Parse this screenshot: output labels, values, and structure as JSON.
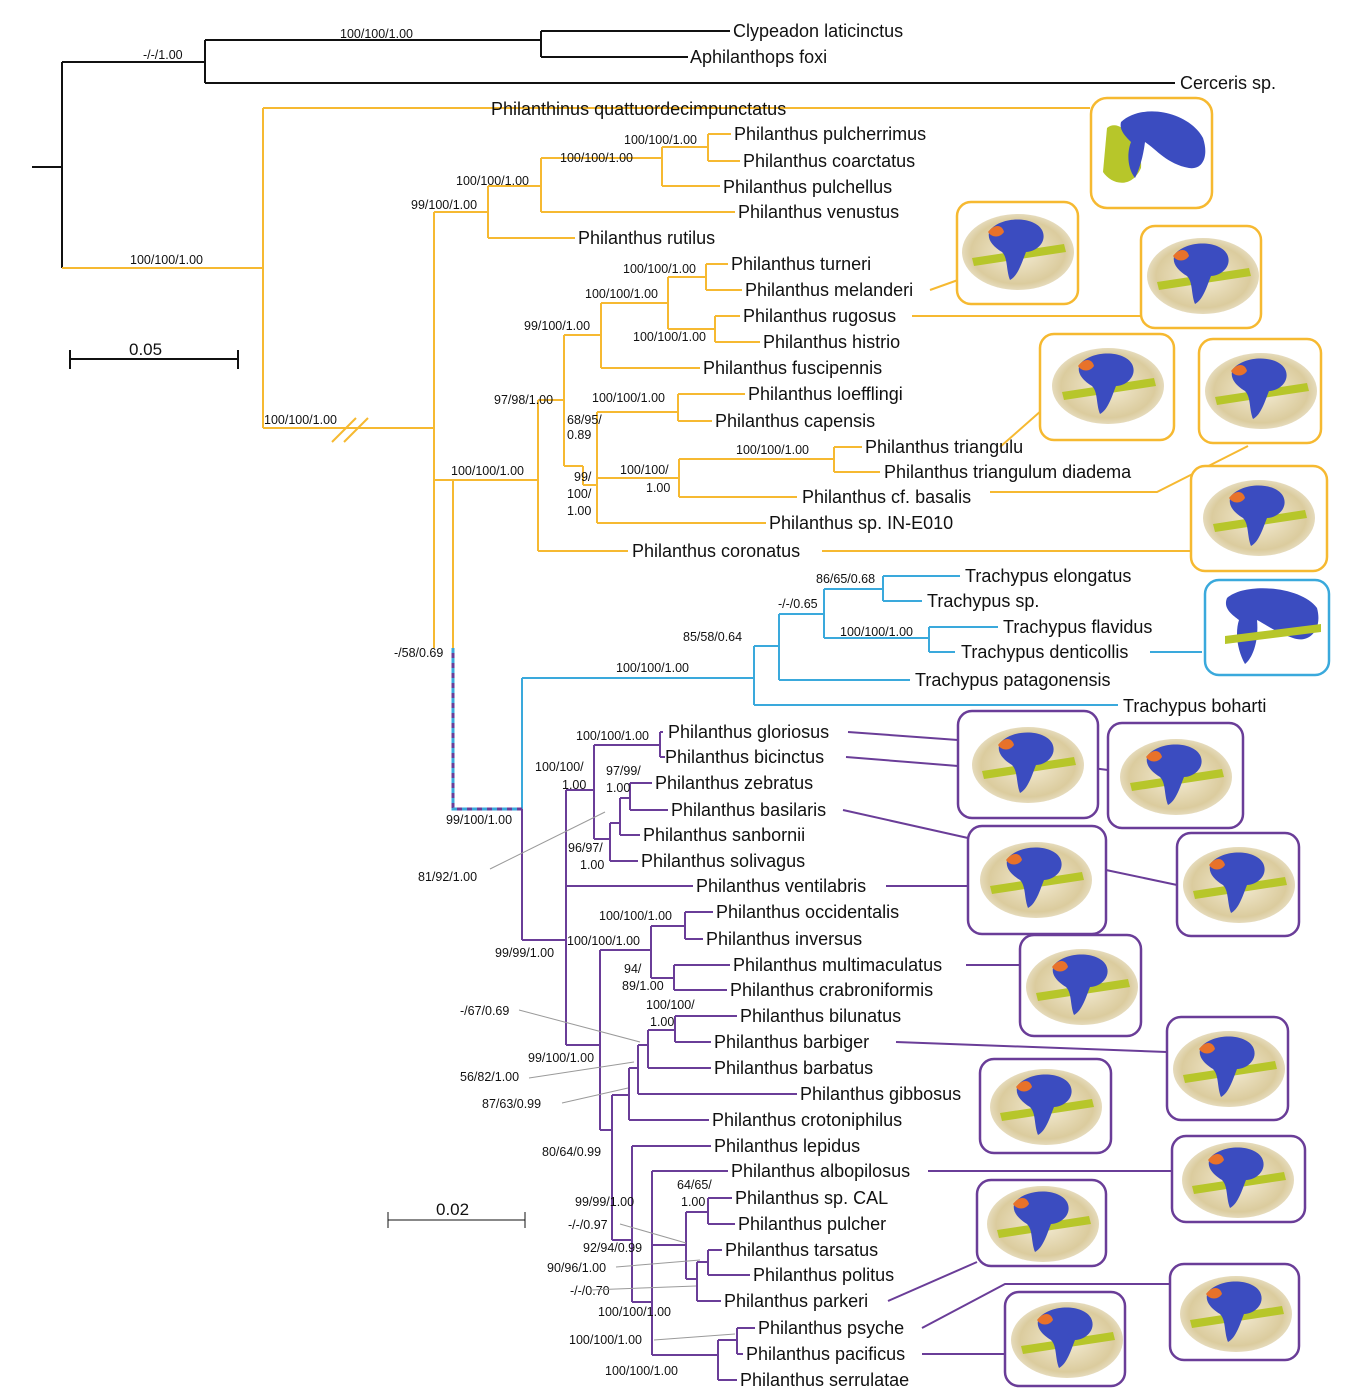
{
  "colors": {
    "outgroup": "#111111",
    "philanthinus_philanthus": "#f6b931",
    "trachypus": "#3aa9dc",
    "new_world_philanthus": "#6a3d98",
    "leader": "#9a9a9a",
    "specimen_blue": "#3b4cc0",
    "specimen_yellow": "#b7c62a",
    "specimen_orange": "#e8722a",
    "specimen_tan": "#cdbd8c"
  },
  "taxa": [
    "Clypeadon laticinctus",
    "Aphilanthops foxi",
    "Cerceris sp.",
    "Philanthinus quattuordecimpunctatus",
    "Philanthus pulcherrimus",
    "Philanthus coarctatus",
    "Philanthus pulchellus",
    "Philanthus venustus",
    "Philanthus rutilus",
    "Philanthus turneri",
    "Philanthus melanderi",
    "Philanthus rugosus",
    "Philanthus histrio",
    "Philanthus fuscipennis",
    "Philanthus loefflingi",
    "Philanthus capensis",
    "Philanthus triangulu",
    "Philanthus triangulum diadema",
    "Philanthus cf. basalis",
    "Philanthus sp. IN-E010",
    "Philanthus coronatus",
    "Trachypus elongatus",
    "Trachypus sp.",
    "Trachypus flavidus",
    "Trachypus denticollis",
    "Trachypus patagonensis",
    "Trachypus boharti",
    "Philanthus gloriosus",
    "Philanthus bicinctus",
    "Philanthus zebratus",
    "Philanthus basilaris",
    "Philanthus sanbornii",
    "Philanthus solivagus",
    "Philanthus ventilabris",
    "Philanthus occidentalis",
    "Philanthus inversus",
    "Philanthus multimaculatus",
    "Philanthus crabroniformis",
    "Philanthus bilunatus",
    "Philanthus barbiger",
    "Philanthus barbatus",
    "Philanthus gibbosus",
    "Philanthus crotoniphilus",
    "Philanthus lepidus",
    "Philanthus albopilosus",
    "Philanthus sp. CAL",
    "Philanthus pulcher",
    "Philanthus tarsatus",
    "Philanthus politus",
    "Philanthus parkeri",
    "Philanthus psyche",
    "Philanthus pacificus",
    "Philanthus serrulatae"
  ],
  "supports": [
    "100/100/1.00",
    "-/-/1.00",
    "100/100/1.00",
    "100/100/1.00",
    "100/100/1.00",
    "100/100/1.00",
    "99/100/1.00",
    "100/100/1.00",
    "100/100/1.00",
    "100/100/1.00",
    "99/100/1.00",
    "97/98/1.00",
    "100/100/1.00",
    "68/95/",
    "0.89",
    "100/100/1.00",
    "100/100/",
    "1.00",
    "99/",
    "100/",
    "1.00",
    "100/100/1.00",
    "100/100/1.00",
    "-/58/0.69",
    "86/65/0.68",
    "-/-/0.65",
    "100/100/1.00",
    "85/58/0.64",
    "100/100/1.00",
    "100/100/1.00",
    "100/100/",
    "1.00",
    "97/99/",
    "1.00",
    "96/97/",
    "1.00",
    "99/100/1.00",
    "81/92/1.00",
    "100/100/1.00",
    "100/100/1.00",
    "94/",
    "89/1.00",
    "99/99/1.00",
    "-/67/0.69",
    "100/100/",
    "1.00",
    "99/100/1.00",
    "56/82/1.00",
    "87/63/0.99",
    "80/64/0.99",
    "99/99/1.00",
    "64/65/",
    "1.00",
    "-/-/0.97",
    "92/94/0.99",
    "90/96/1.00",
    "-/-/0.70",
    "100/100/1.00",
    "100/100/1.00",
    "100/100/1.00"
  ],
  "scale_bars": [
    "0.05",
    "0.02"
  ]
}
